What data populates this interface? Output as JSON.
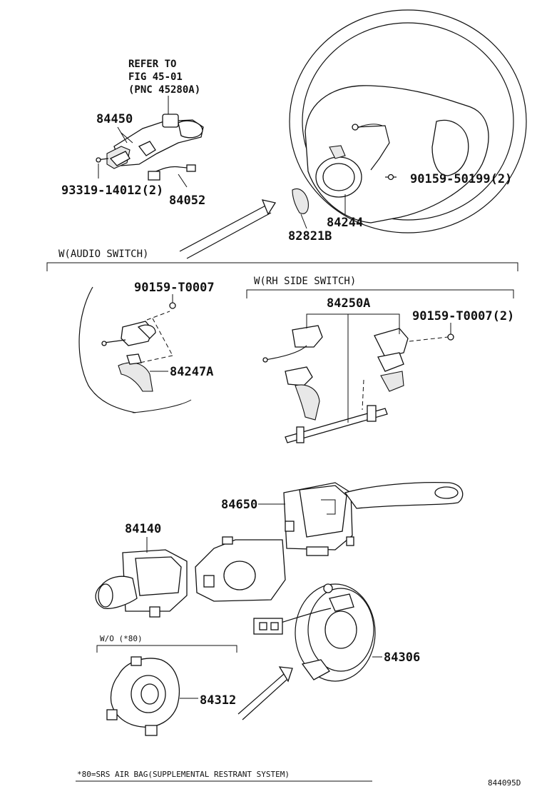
{
  "refer_note": {
    "line1": "REFER TO",
    "line2": "FIG 45-01",
    "line3": "(PNC 45280A)"
  },
  "parts": {
    "p84450": "84450",
    "p93319": "93319-14012(2)",
    "p84052": "84052",
    "p90159_50199": "90159-50199(2)",
    "p84244": "84244",
    "p82821B": "82821B",
    "p90159_T0007_a": "90159-T0007",
    "p84247A": "84247A",
    "p84250A": "84250A",
    "p90159_T0007_b": "90159-T0007(2)",
    "p84650": "84650",
    "p84140": "84140",
    "p84306": "84306",
    "p84312": "84312"
  },
  "sections": {
    "audio_switch": "W(AUDIO SWITCH)",
    "rh_side_switch": "W(RH SIDE SWITCH)",
    "wo_note": "W/O (*80)"
  },
  "footnote": "*80=SRS AIR BAG(SUPPLEMENTAL RESTRANT SYSTEM)",
  "diagram_id": "844095D"
}
